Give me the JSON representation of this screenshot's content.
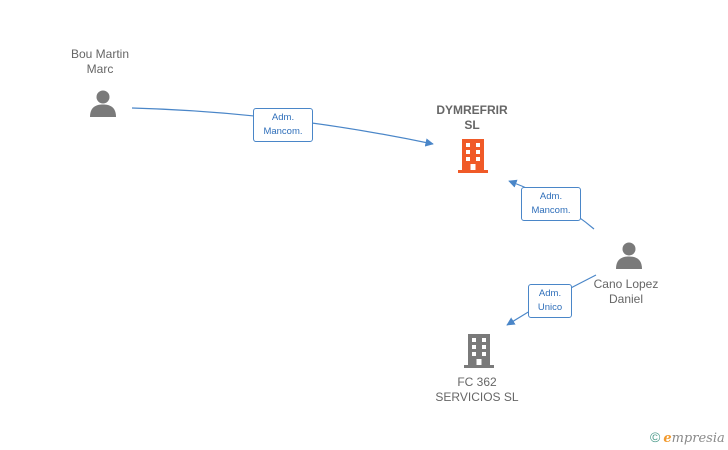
{
  "nodes": {
    "person_bou": {
      "name": "Bou Martin\nMarc",
      "kind": "person"
    },
    "company_dymrefrir": {
      "name": "DYMREFRIR\nSL",
      "kind": "company-main"
    },
    "person_cano": {
      "name": "Cano Lopez\nDaniel",
      "kind": "person"
    },
    "company_fc362": {
      "name": "FC 362\nSERVICIOS  SL",
      "kind": "company"
    }
  },
  "edges": [
    {
      "from": "Bou Martin Marc",
      "to": "DYMREFRIR SL",
      "label_line1": "Adm.",
      "label_line2": "Mancom."
    },
    {
      "from": "Cano Lopez Daniel",
      "to": "DYMREFRIR SL",
      "label_line1": "Adm.",
      "label_line2": "Mancom."
    },
    {
      "from": "Cano Lopez Daniel",
      "to": "FC 362 SERVICIOS  SL",
      "label_line1": "Adm.",
      "label_line2": "Unico"
    }
  ],
  "colors": {
    "edge": "#4a86c8",
    "person_icon": "#7a7a7a",
    "company_main_icon": "#f05a28",
    "company_icon": "#7a7a7a"
  },
  "branding": {
    "copyright_symbol": "©",
    "logo_initial": "e",
    "logo_rest": "mpresia"
  }
}
